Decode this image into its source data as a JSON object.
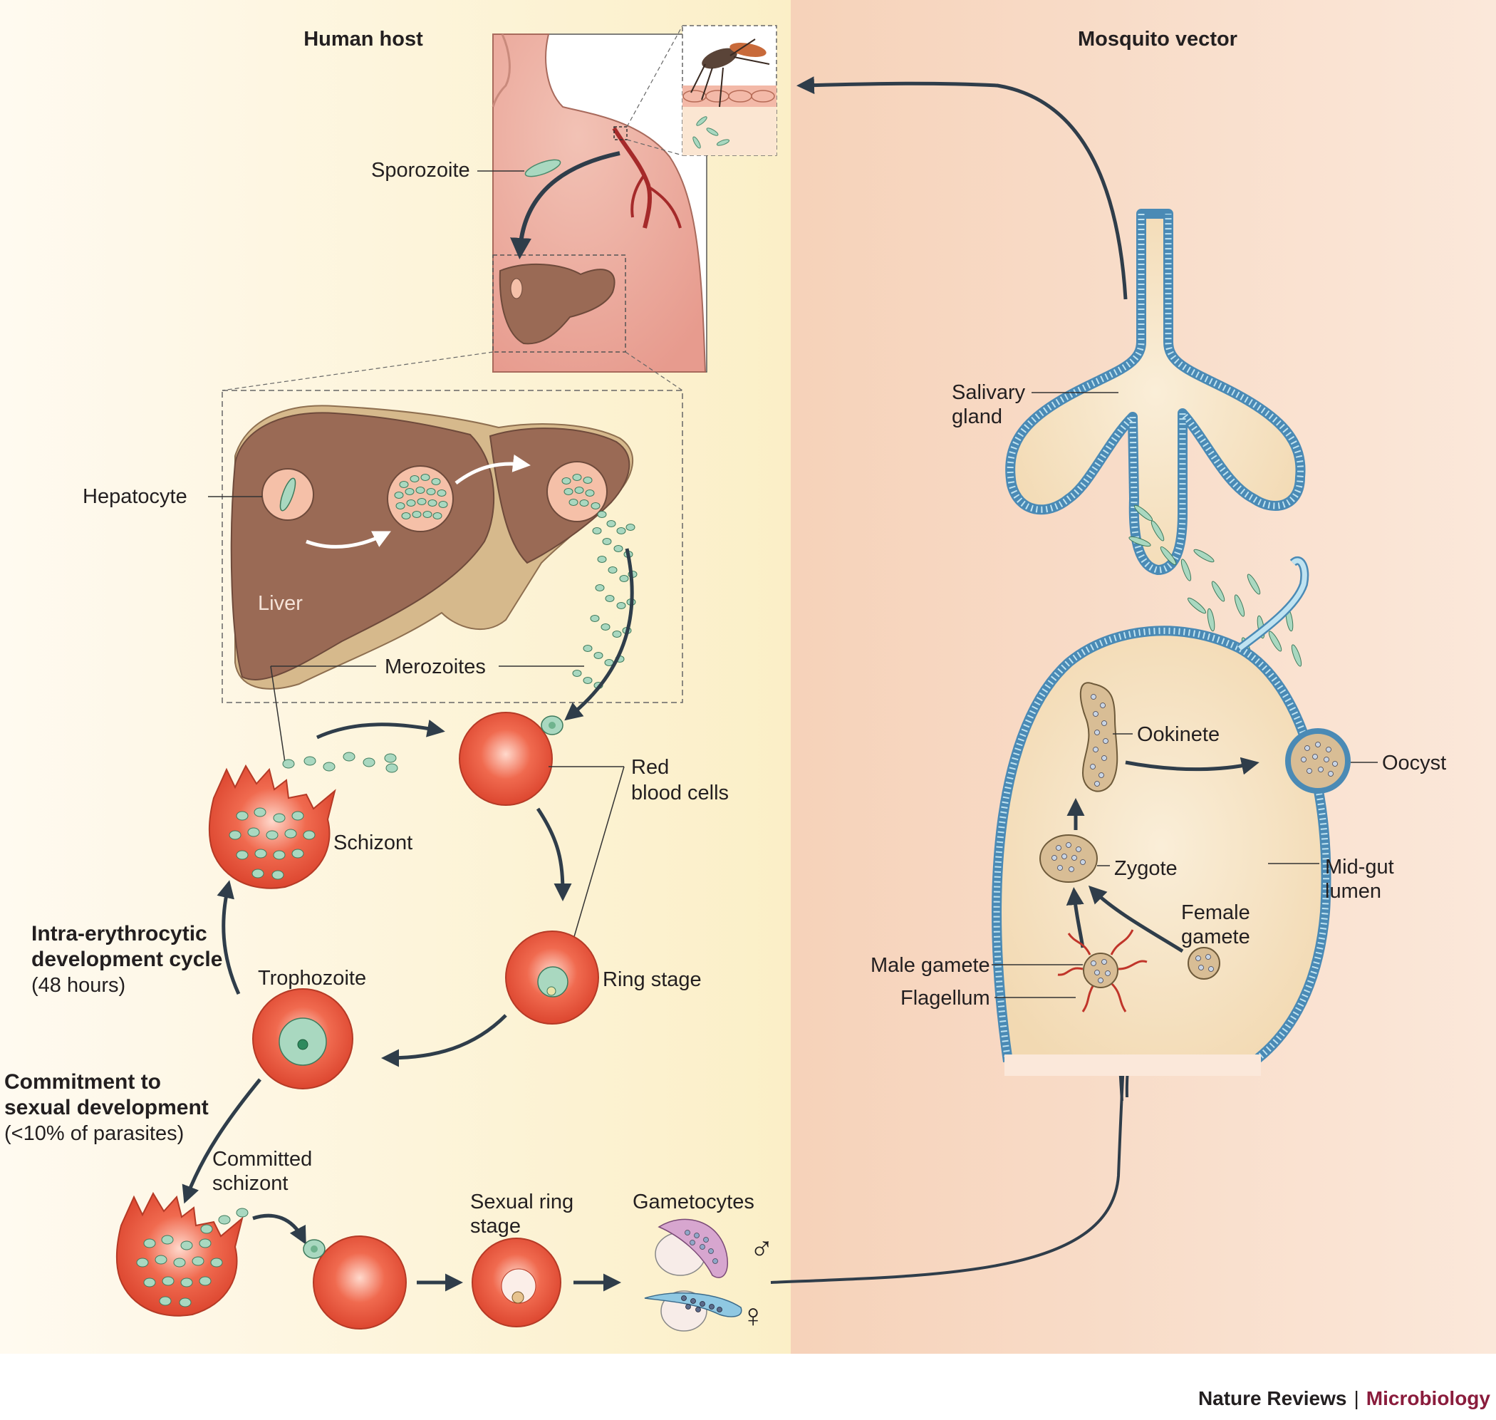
{
  "headers": {
    "human_host": "Human host",
    "mosquito_vector": "Mosquito vector"
  },
  "labels": {
    "sporozoite": "Sporozoite",
    "hepatocyte": "Hepatocyte",
    "liver": "Liver",
    "merozoites": "Merozoites",
    "red_blood_cells_1": "Red",
    "red_blood_cells_2": "blood cells",
    "schizont": "Schizont",
    "ring_stage": "Ring stage",
    "trophozoite": "Trophozoite",
    "committed_schizont_1": "Committed",
    "committed_schizont_2": "schizont",
    "sexual_ring_stage_1": "Sexual ring",
    "sexual_ring_stage_2": "stage",
    "gametocytes": "Gametocytes",
    "male_symbol": "♂",
    "female_symbol": "♀",
    "salivary_gland_1": "Salivary",
    "salivary_gland_2": "gland",
    "ookinete": "Ookinete",
    "oocyst": "Oocyst",
    "zygote": "Zygote",
    "mid_gut_lumen_1": "Mid-gut",
    "mid_gut_lumen_2": "lumen",
    "female_gamete_1": "Female",
    "female_gamete_2": "gamete",
    "male_gamete": "Male gamete",
    "flagellum": "Flagellum"
  },
  "annotations": {
    "idc_1": "Intra-erythrocytic",
    "idc_2": "development cycle",
    "idc_3": "(48 hours)",
    "commit_1": "Commitment to",
    "commit_2": "sexual development",
    "commit_3": "(<10% of parasites)"
  },
  "credit": {
    "journal": "Nature Reviews",
    "separator": "|",
    "section": "Microbiology"
  },
  "colors": {
    "human_bg": "#fdf3d6",
    "mosquito_bg": "#f9dcc6",
    "rbc": "#e5533a",
    "parasite": "#a9d8c0",
    "liver": "#9a6a55",
    "epithelium": "#bfe3f1",
    "gut": "#f6e2c2",
    "arrow": "#2f3d4a",
    "credit_accent": "#8a1c3c"
  }
}
